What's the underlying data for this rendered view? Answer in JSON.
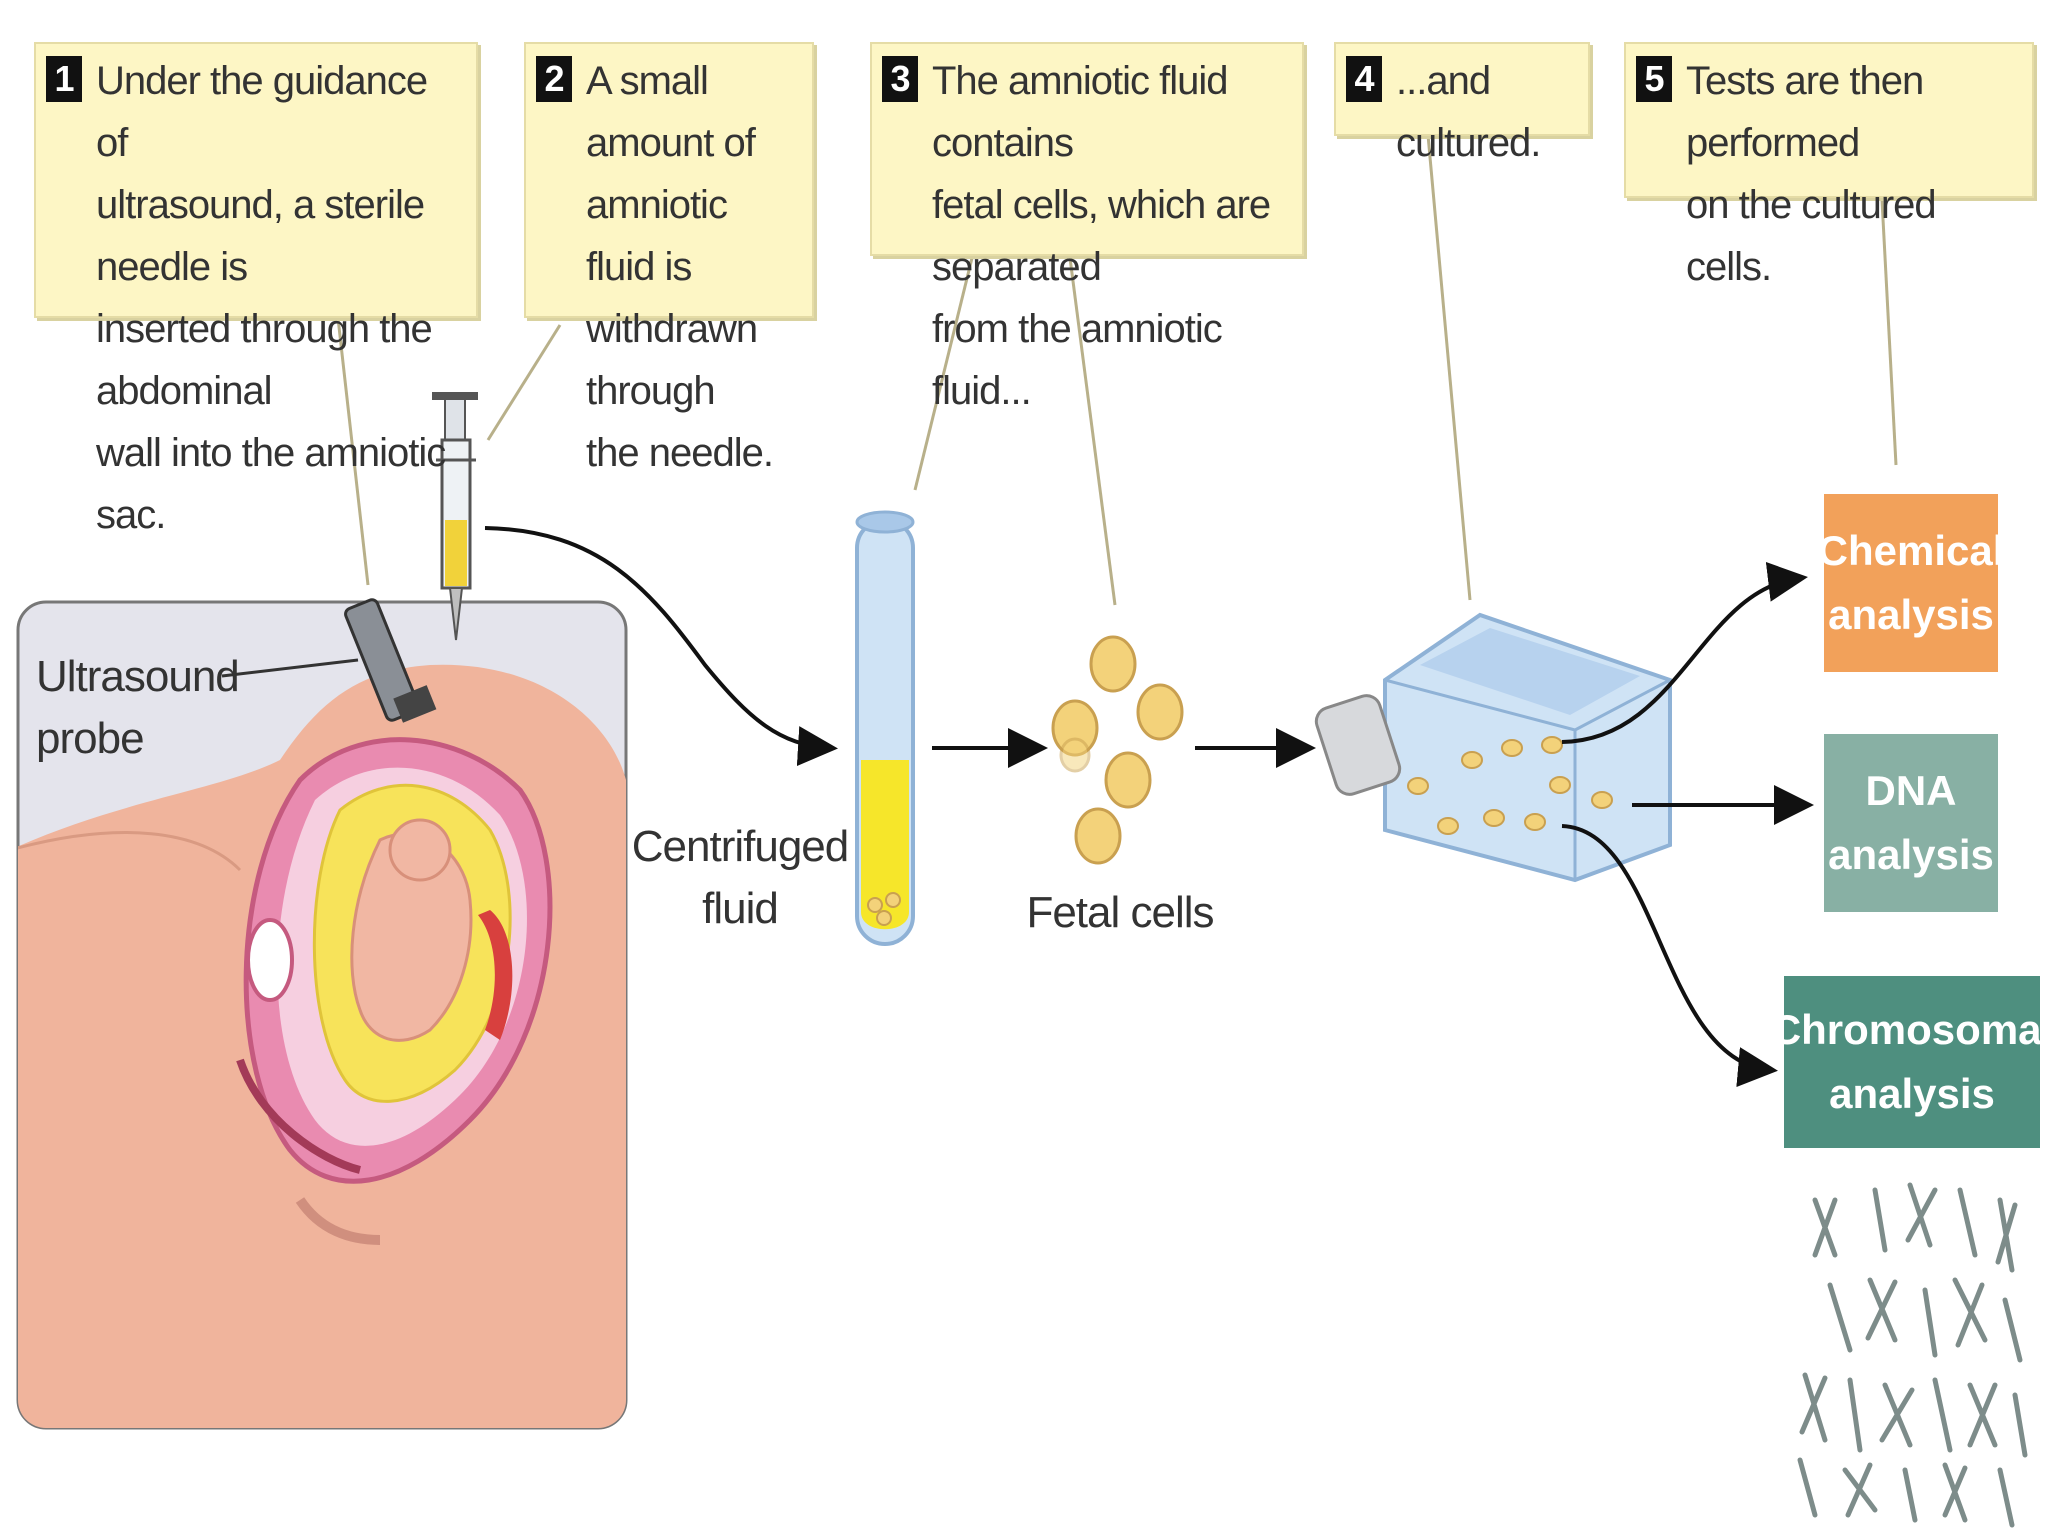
{
  "steps": [
    {
      "num": "1",
      "text": "Under the guidance of\nultrasound, a sterile needle is\ninserted through the abdominal\nwall into the amniotic sac."
    },
    {
      "num": "2",
      "text": "A small amount of\namniotic fluid is\nwithdrawn through\nthe needle."
    },
    {
      "num": "3",
      "text": "The amniotic fluid contains\nfetal cells, which are separated\nfrom the amniotic fluid..."
    },
    {
      "num": "4",
      "text": "...and cultured."
    },
    {
      "num": "5",
      "text": "Tests are then performed\non the cultured cells."
    }
  ],
  "labels": {
    "probe": "Ultrasound\nprobe",
    "centrifuged": "Centrifuged\nfluid",
    "fetal_cells": "Fetal cells"
  },
  "analyses": [
    {
      "label": "Chemical\nanalysis",
      "color": "#f2a15a"
    },
    {
      "label": "DNA\nanalysis",
      "color": "#88b0a4"
    },
    {
      "label": "Chromosomal\nanalysis",
      "color": "#4e8f7f"
    }
  ]
}
